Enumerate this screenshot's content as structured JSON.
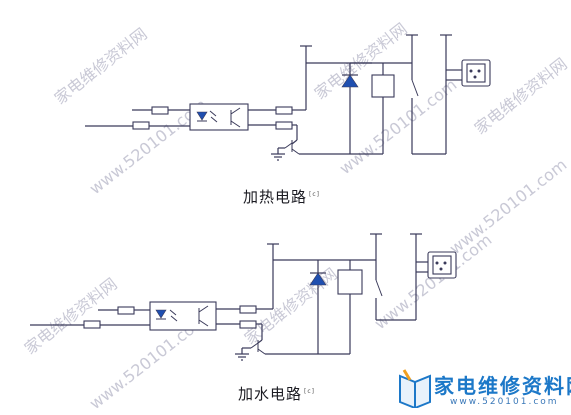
{
  "captions": {
    "heating": "加热电路",
    "water": "加水电路",
    "marker": "[c]"
  },
  "watermark": {
    "text_cn": "家电维修资料网",
    "text_url": "www.520101.com"
  },
  "logo": {
    "title": "家电维修资料网",
    "subtitle": "www.520101.com",
    "icon": "open-book-icon",
    "color": "#1c78c8"
  },
  "colors": {
    "wire": "#3a3a5a",
    "diode_fill": "#1f4fb0"
  }
}
